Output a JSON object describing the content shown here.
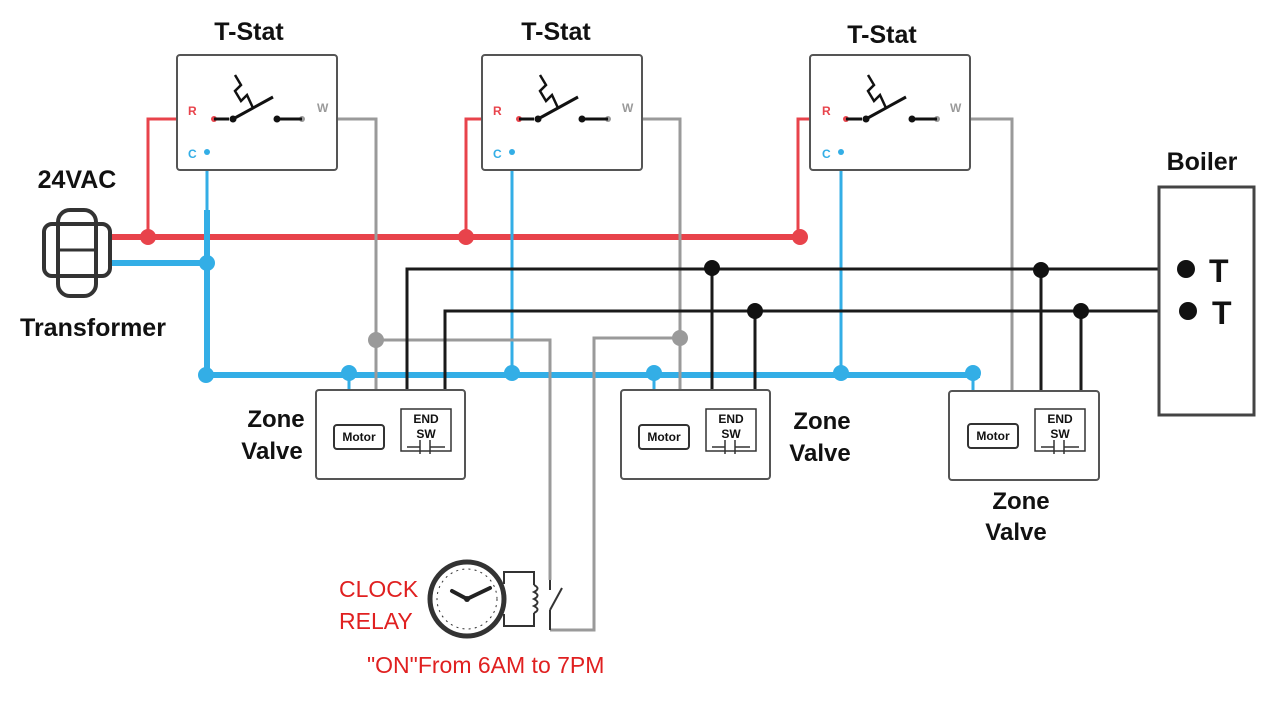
{
  "colors": {
    "hot": "#e8434b",
    "common": "#33aee6",
    "switched": "#9a9a9a",
    "endswitch": "#1a1a1a",
    "clock_label": "#e02020"
  },
  "thermostats": [
    {
      "title": "T-Stat",
      "r": "R",
      "c": "C",
      "w": "W"
    },
    {
      "title": "T-Stat",
      "r": "R",
      "c": "C",
      "w": "W"
    },
    {
      "title": "T-Stat",
      "r": "R",
      "c": "C",
      "w": "W"
    }
  ],
  "transformer": {
    "voltage": "24VAC",
    "label": "Transformer"
  },
  "boiler": {
    "label": "Boiler",
    "t1": "T",
    "t2": "T"
  },
  "zone_valves": [
    {
      "label_line1": "Zone",
      "label_line2": "Valve",
      "motor": "Motor",
      "sw_line1": "END",
      "sw_line2": "SW"
    },
    {
      "label_line1": "Zone",
      "label_line2": "Valve",
      "motor": "Motor",
      "sw_line1": "END",
      "sw_line2": "SW"
    },
    {
      "label_line1": "Zone",
      "label_line2": "Valve",
      "motor": "Motor",
      "sw_line1": "END",
      "sw_line2": "SW"
    }
  ],
  "clock_relay": {
    "line1": "CLOCK",
    "line2": "RELAY",
    "schedule": "\"ON\"From 6AM to 7PM"
  }
}
